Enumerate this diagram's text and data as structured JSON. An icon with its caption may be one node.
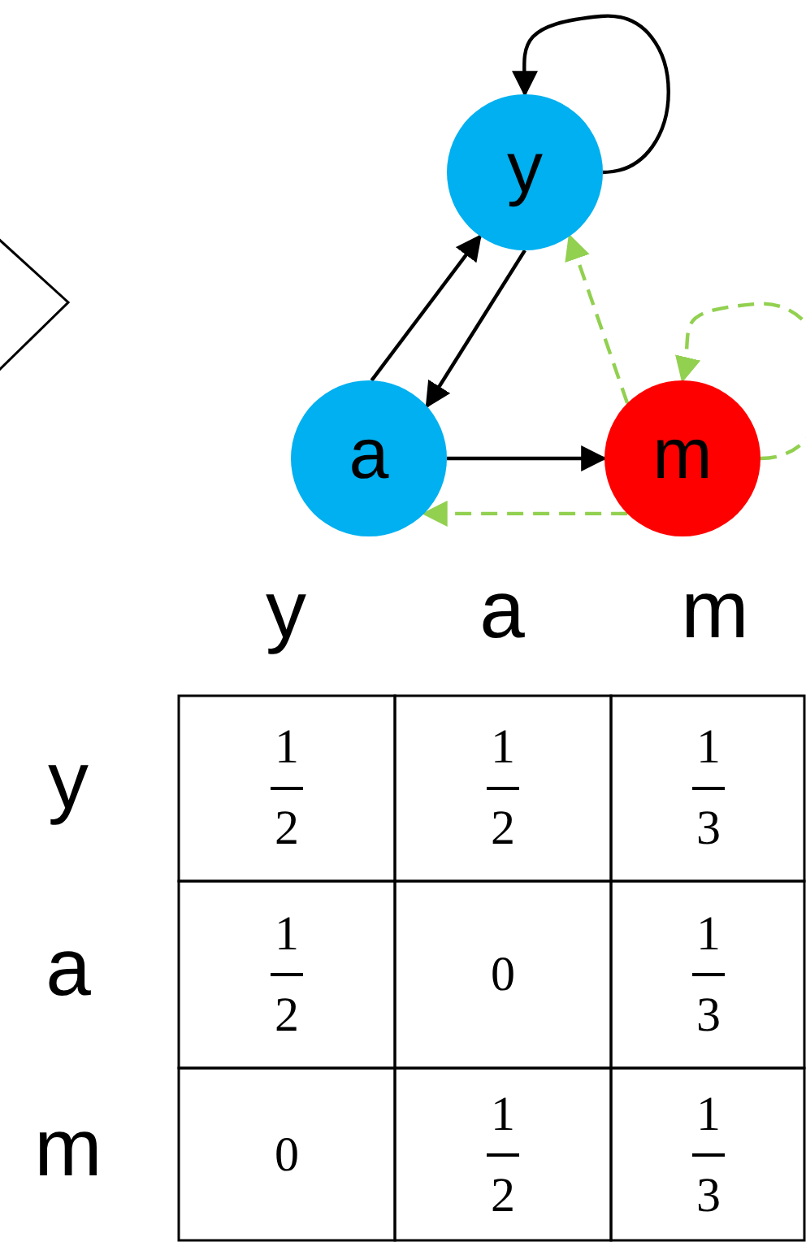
{
  "diagram": {
    "nodes": [
      {
        "text": [
          "y"
        ]
      },
      {
        "text": [
          "a"
        ]
      },
      {
        "text": [
          "m"
        ]
      }
    ],
    "edges": [
      {
        "from": 0,
        "to": 0,
        "arrow": "to"
      },
      {
        "from": 1,
        "to": 0,
        "arrow": "to"
      },
      {
        "from": 0,
        "to": 1,
        "arrow": "to"
      },
      {
        "from": 1,
        "to": 2,
        "arrow": "to"
      },
      {
        "from": 2,
        "to": 0,
        "arrow": "to",
        "style": "dashed",
        "color": "#92d050"
      },
      {
        "from": 2,
        "to": 2,
        "arrow": "to",
        "style": "dashed",
        "color": "#92d050"
      },
      {
        "from": 2,
        "to": 1,
        "arrow": "to",
        "style": "dashed",
        "color": "#92d050"
      }
    ],
    "labels": [
      "y",
      "a",
      "m",
      "y",
      "1",
      "2",
      "1",
      "2",
      "1",
      "3",
      "a",
      "1",
      "2",
      "0",
      "1",
      "3",
      "m",
      "0",
      "1",
      "2",
      "1",
      "3"
    ]
  }
}
